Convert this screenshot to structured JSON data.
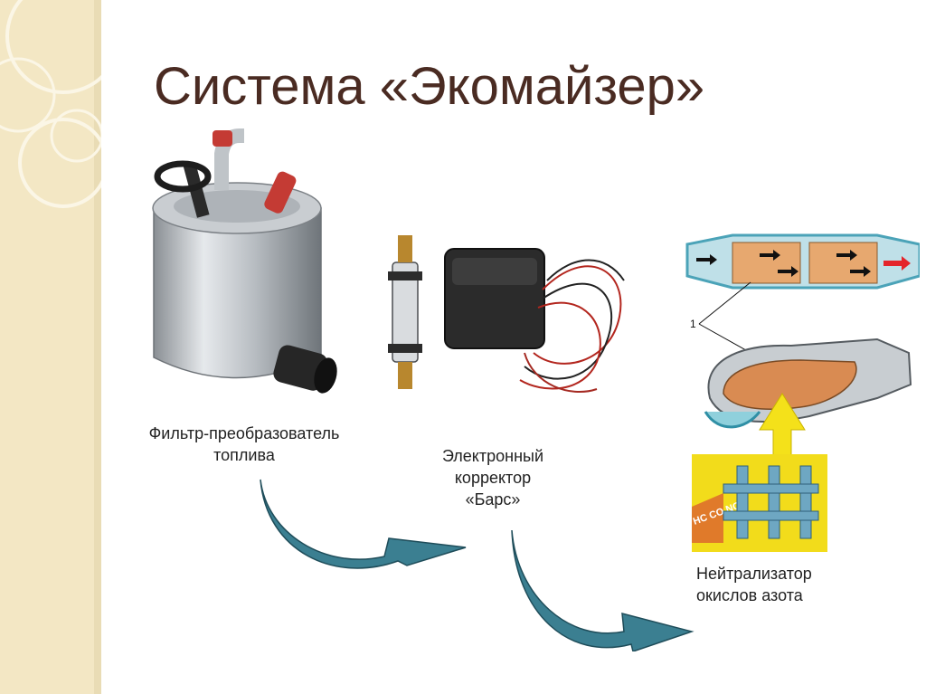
{
  "slide": {
    "title": "Система «Экомайзер»"
  },
  "components": [
    {
      "lines": [
        "Фильтр-преобразователь",
        "топлива"
      ]
    },
    {
      "lines": [
        "Электронный",
        "корректор",
        "«Барс»"
      ]
    },
    {
      "lines": [
        "Нейтрализатор",
        "окислов азота"
      ]
    }
  ],
  "catalyst_diagram": {
    "callout_number": "1",
    "gas_label": "HC CO NO"
  },
  "colors": {
    "title": "#4a2b22",
    "sidebar": "#f3e7c4",
    "arrow": "#3b7f91",
    "arrow_outline": "#1f4d5a",
    "highlight_arrow": "#f4e11a",
    "panel_yellow": "#f2dc1b"
  }
}
